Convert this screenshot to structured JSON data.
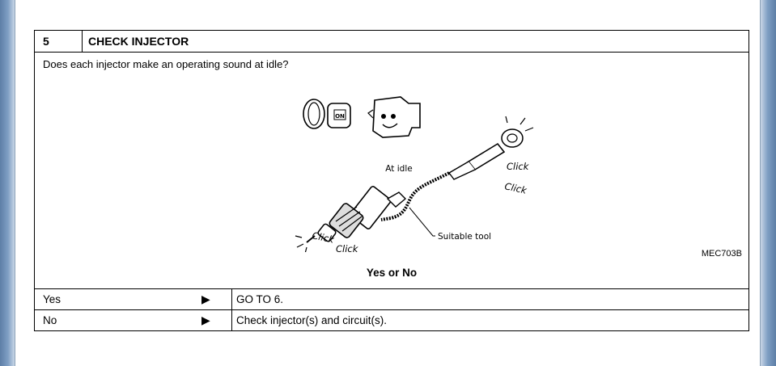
{
  "step": {
    "number": "5",
    "title": "CHECK INJECTOR"
  },
  "question": "Does each injector make an operating sound at idle?",
  "illustration": {
    "key_label": "ON",
    "engine_label": "At idle",
    "tool_label": "Suitable tool",
    "sound_top_1": "Click",
    "sound_top_2": "Click",
    "sound_bottom_1": "Click",
    "sound_bottom_2": "Click",
    "figure_code": "MEC703B"
  },
  "prompt": "Yes or No",
  "rows": [
    {
      "answer": "Yes",
      "arrow": "▶",
      "result": "GO TO 6."
    },
    {
      "answer": "No",
      "arrow": "▶",
      "result": "Check injector(s) and circuit(s)."
    }
  ]
}
